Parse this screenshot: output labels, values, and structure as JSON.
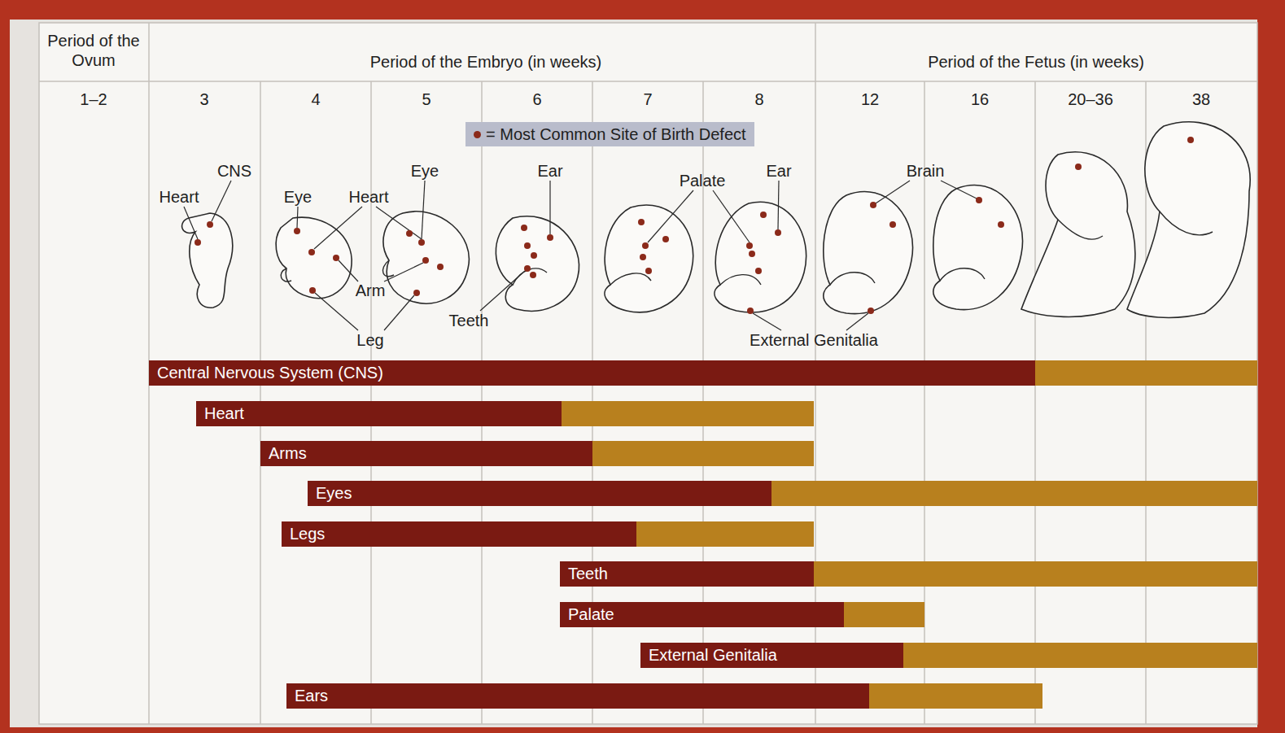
{
  "diagram": {
    "nodes": [
      {
        "text": [
          "Central Nervous System (CNS)"
        ]
      },
      {
        "text": [
          "Heart"
        ]
      },
      {
        "text": [
          "Arms"
        ]
      },
      {
        "text": [
          "Eyes"
        ]
      },
      {
        "text": [
          "Legs"
        ]
      },
      {
        "text": [
          "Teeth"
        ]
      },
      {
        "text": [
          "Palate"
        ]
      },
      {
        "text": [
          "External Genitalia"
        ]
      },
      {
        "text": [
          "Ears"
        ]
      }
    ],
    "labels": [
      "Period of the Ovum",
      "Period of the Embryo (in weeks)",
      "Period of the Fetus (in weeks)",
      "1–2",
      "3",
      "4",
      "5",
      "6",
      "7",
      "8",
      "12",
      "16",
      "20–36",
      "38",
      "CNS",
      "Heart",
      "Eye",
      "Heart",
      "Eye",
      "Ear",
      "Palate",
      "Ear",
      "Brain",
      "Arm",
      "Leg",
      "Teeth",
      "External Genitalia"
    ],
    "legend": [
      {
        "text": "= Most Common Site of Birth Defect",
        "color": "#8b2a1a"
      }
    ]
  }
}
